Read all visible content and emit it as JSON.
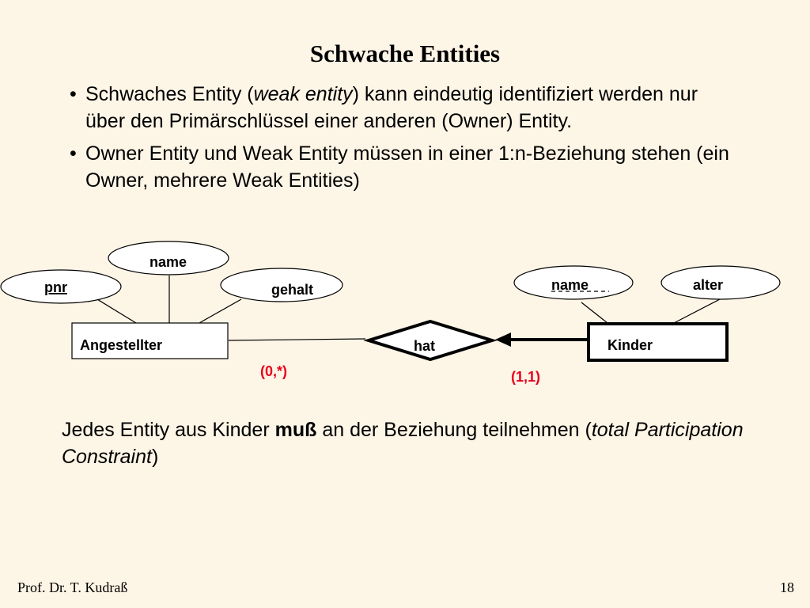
{
  "title": "Schwache Entities",
  "bullets": [
    {
      "text1": "Schwaches Entity (",
      "italic": "weak entity",
      "text2": ") kann eindeutig identifiziert werden nur über den Primärschlüssel einer anderen (Owner) Entity."
    },
    {
      "text": "Owner Entity und Weak Entity müssen in einer 1:n-Beziehung stehen (ein Owner, mehrere Weak Entities)"
    }
  ],
  "diagram": {
    "owner_entity": "Angestellter",
    "owner_attributes": {
      "pnr": "pnr",
      "name": "name",
      "gehalt": "gehalt"
    },
    "relationship": "hat",
    "weak_entity": "Kinder",
    "weak_attributes": {
      "name": "name",
      "alter": "alter"
    },
    "owner_cardinality": "(0,*)",
    "weak_cardinality": "(1,1)",
    "cardinality_color": "#e8001c"
  },
  "note": {
    "part1": "Jedes Entity aus Kinder ",
    "bold": "muß",
    "part2": " an der Beziehung teilnehmen (",
    "italic": "total Participation Constraint",
    "part3": ")"
  },
  "footer": {
    "author": "Prof. Dr. T. Kudraß",
    "page": "18"
  }
}
